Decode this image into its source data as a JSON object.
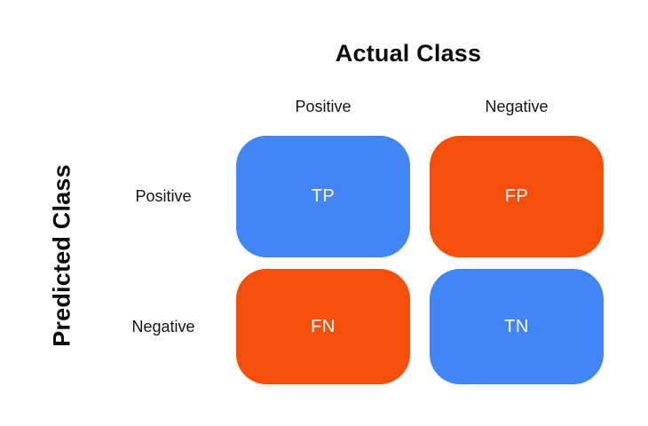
{
  "matrix": {
    "title": "Actual Class",
    "y_axis_title": "Predicted Class",
    "col_headers": [
      {
        "label": "Positive"
      },
      {
        "label": "Negative"
      }
    ],
    "row_headers": [
      {
        "label": "Positive"
      },
      {
        "label": "Negative"
      }
    ],
    "cells": [
      {
        "label": "TP",
        "color": "#4285F4",
        "row": "Positive",
        "col": "Positive"
      },
      {
        "label": "FP",
        "color": "#F4500C",
        "row": "Positive",
        "col": "Negative"
      },
      {
        "label": "FN",
        "color": "#F4500C",
        "row": "Negative",
        "col": "Positive"
      },
      {
        "label": "TN",
        "color": "#4285F4",
        "row": "Negative",
        "col": "Negative"
      }
    ],
    "colors": {
      "true_cell": "#4285F4",
      "false_cell": "#F4500C",
      "cell_text": "#FFFFFF",
      "label_text": "#141414",
      "background": "#FFFFFF"
    }
  }
}
